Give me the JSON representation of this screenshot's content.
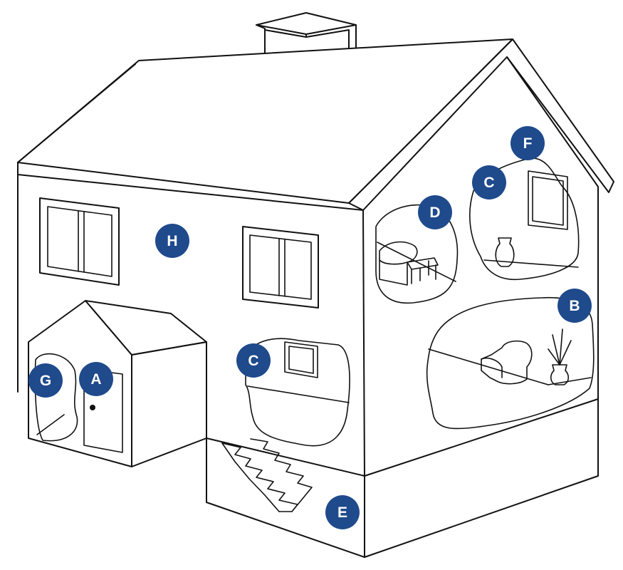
{
  "colors": {
    "marker_fill": "#1f4a8c",
    "marker_text": "#ffffff",
    "line": "#111111",
    "background": "#ffffff"
  },
  "markers": {
    "a": "A",
    "b": "B",
    "c_wall": "C",
    "c_attic": "C",
    "d": "D",
    "e": "E",
    "f": "F",
    "g": "G",
    "h": "H"
  }
}
